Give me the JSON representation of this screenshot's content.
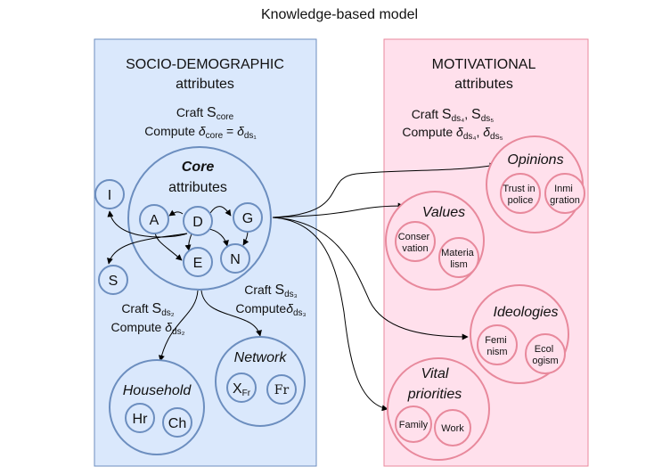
{
  "title": "Knowledge-based model",
  "colors": {
    "left_panel_fill": "#dae8fc",
    "left_panel_stroke": "#6c8ebf",
    "right_panel_fill": "#ffe0ec",
    "right_panel_stroke": "#e8899c",
    "edge": "#000000"
  },
  "socio": {
    "title_line1": "SOCIO-DEMOGRAPHIC",
    "title_line2": "attributes",
    "craft_word": "Craft",
    "compute_word": "Compute",
    "s_letter": "S",
    "delta": "δ",
    "core_sub": "core",
    "equals": "=",
    "ds1_sub": "ds₁",
    "core": {
      "label_line1": "Core",
      "label_line2": "attributes",
      "nodes": [
        "A",
        "D",
        "G",
        "E",
        "N"
      ]
    },
    "outside_nodes": [
      "I",
      "S"
    ],
    "household_craft": {
      "sub": "ds₂"
    },
    "network_craft": {
      "sub": "ds₃"
    },
    "household": {
      "label": "Household",
      "nodes": [
        "Hr",
        "Ch"
      ]
    },
    "network": {
      "label": "Network",
      "x_letter": "X",
      "x_sub": "Fr",
      "node2": "Fr"
    }
  },
  "motivational": {
    "title_line1": "MOTIVATIONAL",
    "title_line2": "attributes",
    "craft_word": "Craft",
    "compute_word": "Compute",
    "s_letter": "S",
    "delta": "δ",
    "sub_a": "ds₄",
    "comma": ",",
    "sub_b": "ds₅",
    "opinions": {
      "label": "Opinions",
      "node1": [
        "Trust in",
        "police"
      ],
      "node2": [
        "Inmi",
        "gration"
      ]
    },
    "values": {
      "label": "Values",
      "node1": [
        "Conser",
        "vation"
      ],
      "node2": [
        "Materia",
        "lism"
      ]
    },
    "ideologies": {
      "label": "Ideologies",
      "node1": [
        "Femi",
        "nism"
      ],
      "node2": [
        "Ecol",
        "ogism"
      ]
    },
    "vital": {
      "label_line1": "Vital",
      "label_line2": "priorities",
      "node1": "Family",
      "node2": "Work"
    }
  }
}
